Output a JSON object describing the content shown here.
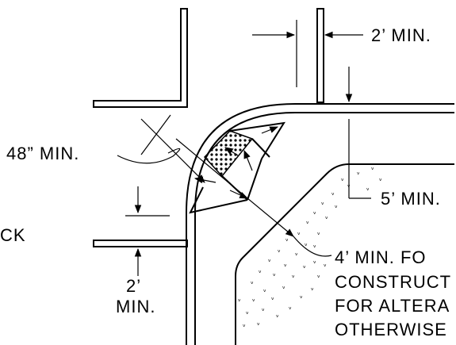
{
  "labels": {
    "dim_top": "2’ MIN.",
    "dim_left": "48” MIN.",
    "dim_right": "5’ MIN.",
    "dim_bottom_1": "2’",
    "dim_bottom_2": "MIN.",
    "note_1": "4’ MIN. FO",
    "note_2": "CONSTRUCT",
    "note_3": "FOR ALTERA",
    "note_4": "OTHERWISE",
    "edge_fragment": "CK"
  },
  "grass_glyph": "ᵥ"
}
